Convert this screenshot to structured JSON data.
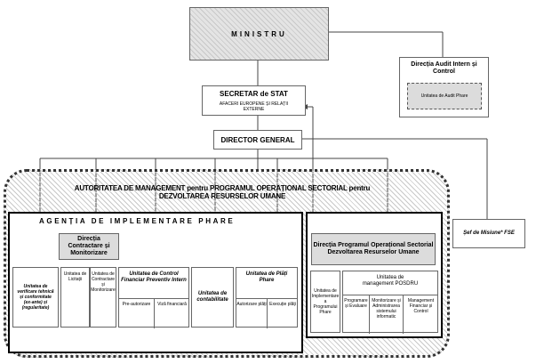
{
  "ministru": "MINISTRU",
  "audit": {
    "title": "Direcția Audit Intern și Control",
    "unit": "Unitatea de Audit Phare"
  },
  "secretar": {
    "title": "SECRETAR de STAT",
    "subtitle": "AFACERI EUROPENE ȘI RELAȚII EXTERNE"
  },
  "director": "DIRECTOR GENERAL",
  "autoritate": "AUTORITATEA DE MANAGEMENT pentru PROGRAMUL OPERAȚIONAL SECTORIAL pentru DEZVOLTAREA RESURSELOR UMANE",
  "sef": "Șef de Misiune* FSE",
  "agentie": {
    "title": "AGENȚIA DE IMPLEMENTARE PHARE",
    "contractare": "Direcția Contractare și Monitorizare",
    "verificare": "Unitatea de verificare tehnică și conformitate (ex-ante) și (regularitate)",
    "licitatii": "Unitatea de Licitații",
    "contractare_monitorizare": "Unitatea de Contractare și Monitorizare",
    "control": "Unitatea de Control Financiar Preventiv Intern",
    "pre_autorizare": "Pre-autorizare",
    "viza": "Viză financiară",
    "contabilitate": "Unitatea de contabilitate",
    "plati": "Unitatea de Plăți Phare",
    "autorizare_plati": "Autorizare plăți",
    "executie_plati": "Execuție plăți"
  },
  "directia_po": {
    "title": "Direcția Programul Operațional Sectorial Dezvoltarea Resurselor Umane",
    "implementare": "Unitatea de Implementare a Programului Phare",
    "management": "Unitatea de management POSDRU",
    "programare": "Programare și Evaluare",
    "monitorizare": "Monitorizare și Administrarea sistemului informatic",
    "financiar": "Management Financiar și Control"
  }
}
